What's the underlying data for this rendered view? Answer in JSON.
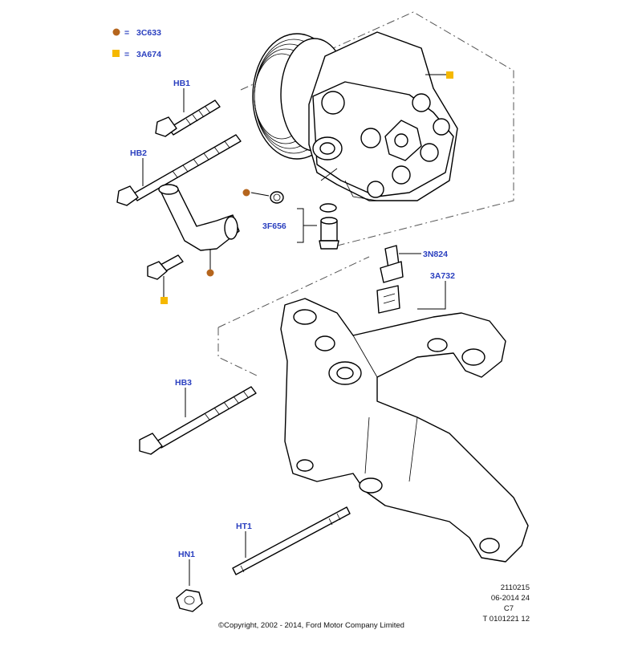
{
  "legend": [
    {
      "symbol": "brown-dot-icon",
      "eq": "=",
      "code": "3C633",
      "color": "#b5651d"
    },
    {
      "symbol": "orange-square-icon",
      "eq": "=",
      "code": "3A674",
      "color": "#f5b800"
    }
  ],
  "callouts": {
    "hb1": "HB1",
    "hb2": "HB2",
    "hb3": "HB3",
    "f656": "3F656",
    "n824": "3N824",
    "a732": "3A732",
    "ht1": "HT1",
    "hn1": "HN1"
  },
  "reference": {
    "line1": "2110215",
    "line2": "06-2014 24",
    "line3": "C7",
    "line4": "T 0101221 12"
  },
  "copyright": "©Copyright, 2002 - 2014, Ford Motor Company Limited",
  "colors": {
    "label": "#2a3fbf",
    "brown": "#b5651d",
    "orange": "#f5b800"
  }
}
